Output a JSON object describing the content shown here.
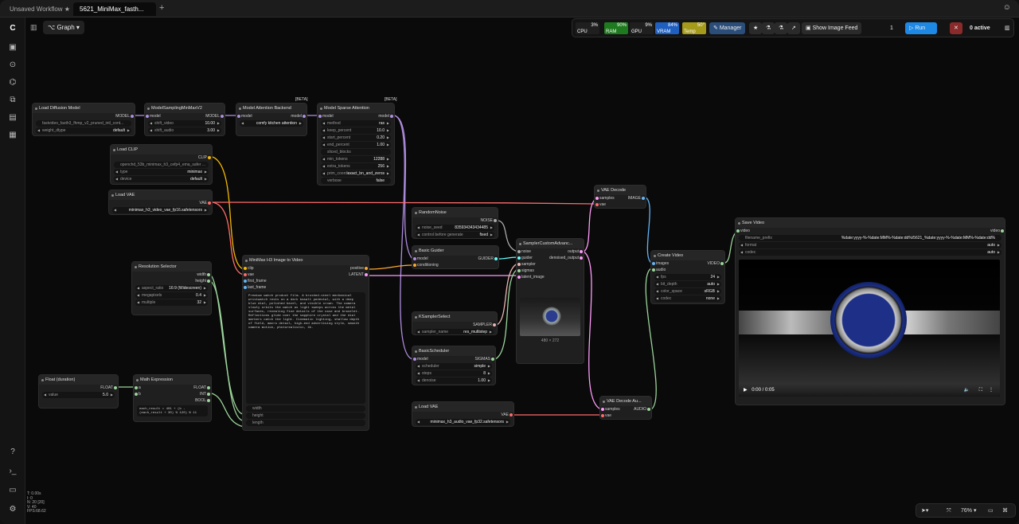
{
  "tabs": [
    {
      "label": "Unsaved Workflow",
      "star": "★"
    },
    {
      "label": "5621_MiniMax_fasth...",
      "active": true
    }
  ],
  "toolbar": {
    "graph": "Graph",
    "cpu": "3%",
    "cpu_l": "CPU",
    "ram": "90%",
    "ram_l": "RAM",
    "gpu": "9%",
    "gpu_l": "GPU",
    "vram": "84%",
    "vram_l": "VRAM",
    "temp": "50°",
    "temp_l": "Temp",
    "manager": "Manager",
    "feed": "Show Image Feed",
    "queue": "1",
    "run": "Run",
    "active": "0 active"
  },
  "nodes": {
    "ldm": {
      "title": "Load Diffusion Model",
      "out": "MODEL",
      "w1": "fastvideo_fasth3_fhmp_v2_pruned_intl_cont...",
      "w2k": "weight_dtype",
      "w2v": "default"
    },
    "msa": {
      "title": "ModelSamplingMinMaxV2",
      "in": "model",
      "out": "MODEL",
      "w1k": "shift_video",
      "w1v": "10.00",
      "w2k": "shift_audio",
      "w2v": "3.00"
    },
    "mab": {
      "title": "Model Attention Backend",
      "beta": "[BETA]",
      "in": "model",
      "out": "model",
      "w1": "comfy kitchen attention"
    },
    "mspa": {
      "title": "Model Sparse Attention",
      "beta": "[BETA]",
      "in": "model",
      "out": "model",
      "rows": [
        [
          "method",
          "ras"
        ],
        [
          "keep_percent",
          "10.0"
        ],
        [
          "start_percent",
          "0.20"
        ],
        [
          "end_percent",
          "1.00"
        ],
        [
          "sliced_blocks",
          ""
        ],
        [
          "min_tokens",
          "12288"
        ],
        [
          "extra_tokens",
          "256"
        ],
        [
          "prim_coordi...",
          "exact_bn_and_zeros"
        ],
        [
          "verbose",
          "false"
        ]
      ]
    },
    "clip": {
      "title": "Load CLIP",
      "out": "CLIP",
      "w1": "openchd_53b_minimax_h3_cefp4_ema_safer ...",
      "w2k": "type",
      "w2v": "minimax",
      "w3k": "device",
      "w3v": "default"
    },
    "vae": {
      "title": "Load VAE",
      "out": "VAE",
      "w1": "minimax_h3_video_vae_fp16.safetensors"
    },
    "res": {
      "title": "Resolution Selector",
      "o1": "width",
      "o2": "height",
      "rows": [
        [
          "aspect_ratio",
          "16:9 (Widescreen)"
        ],
        [
          "megapixels",
          "0.4"
        ],
        [
          "multiple",
          "32"
        ]
      ]
    },
    "i2v": {
      "title": "MiniMax H3 Image to Video",
      "in1": "clip",
      "in2": "vae",
      "in3": "first_frame",
      "in4": "last_frame",
      "o1": "positive",
      "o2": "LATENT",
      "text": "Premium watch product film. A brushed-steel mechanical wristwatch rests on a dark basalt pedestal, with a deep blue dial, polished bezel, and visible crown. The camera slowly orbits the watch as light sweeps across the metal surfaces, revealing fine details of the case and bracelet. Reflections glide over the sapphire crystal and the dial markers catch the light. Cinematic lighting, shallow depth of field, macro detail, high-end advertising style, smooth camera motion, photorealistic, 4k.",
      "f1": "width",
      "f2": "height",
      "f3": "length"
    },
    "noise": {
      "title": "RandomNoise",
      "out": "NOISE",
      "w1k": "noise_seed",
      "w1v": "835934343434485",
      "w2k": "control before generate",
      "w2v": "fixed"
    },
    "guider": {
      "title": "Basic Guider",
      "in1": "model",
      "in2": "conditioning",
      "out": "GUIDER"
    },
    "sampler": {
      "title": "SamplerCustomAdvanc...",
      "in1": "noise",
      "in2": "guider",
      "in3": "sampler",
      "in4": "sigmas",
      "in5": "latent_image",
      "o1": "output",
      "o2": "denoised_output",
      "cap": "480 × 272"
    },
    "ksel": {
      "title": "KSamplerSelect",
      "out": "SAMPLER",
      "w1k": "sampler_name",
      "w1v": "res_multistep"
    },
    "sched": {
      "title": "BasicScheduler",
      "in": "model",
      "out": "SIGMAS",
      "rows": [
        [
          "scheduler",
          "simple"
        ],
        [
          "steps",
          "8"
        ],
        [
          "denoise",
          "1.00"
        ]
      ]
    },
    "avae": {
      "title": "Load VAE",
      "out": "VAE",
      "w1": "minimax_h3_audio_vae_fp32.safetensors"
    },
    "vd": {
      "title": "VAE Decode",
      "in1": "samples",
      "in2": "vae",
      "out": "IMAGE"
    },
    "vda": {
      "title": "VAE Decode Au...",
      "in1": "samples",
      "in2": "vae",
      "out": "AUDIO"
    },
    "cv": {
      "title": "Create Video",
      "in1": "images",
      "in2": "audio",
      "out": "VIDEO",
      "rows": [
        [
          "fps",
          "24"
        ],
        [
          "bit_depth",
          "auto"
        ],
        [
          "color_space",
          "sRGB"
        ],
        [
          "codec",
          "none"
        ]
      ]
    },
    "sv": {
      "title": "Save Video",
      "in": "video",
      "out": "video",
      "rows": [
        [
          "filename_prefix",
          "%date:yyyy-%-%date:MM%-%date:dd%/5621_%date:yyyy-%-%date:MM%-%date:dd%"
        ],
        [
          "format",
          "auto"
        ],
        [
          "codec",
          "auto"
        ]
      ],
      "time": "0:00 / 0:05"
    },
    "float": {
      "title": "Float (duration)",
      "out": "FLOAT",
      "w1k": "value",
      "w1v": "5.0"
    },
    "math": {
      "title": "Math Expression",
      "in1": "a",
      "in2": "b",
      "o1": "FLOAT",
      "o2": "INT",
      "o3": "BOOL",
      "expr": "each_result = 401 + (b - (each_result + 30) % 120) % 11"
    }
  },
  "stats": [
    "T: 0.00s",
    "I: 0",
    "N: 20 [20]",
    "V: 40",
    "FPS:68.62"
  ],
  "bottom": {
    "zoom": "76%"
  }
}
